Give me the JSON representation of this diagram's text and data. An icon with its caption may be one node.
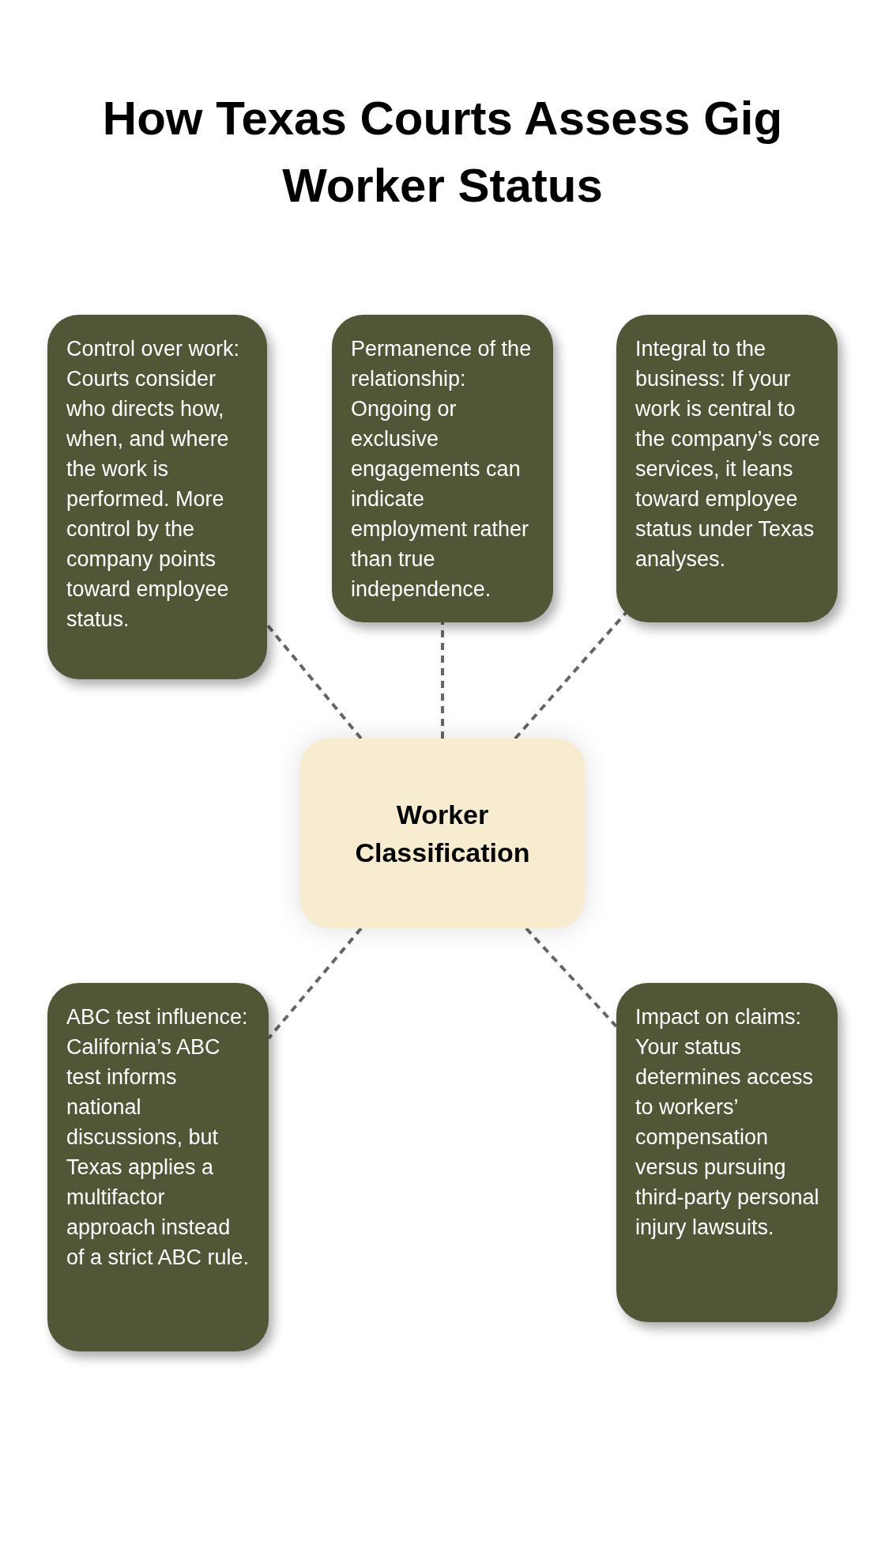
{
  "diagram": {
    "title": "How Texas Courts Assess Gig Worker Status",
    "nodes": [
      {
        "text": [
          "Control over work: Courts consider who directs how, when, and where the work is performed. More control by the company points toward employee status."
        ]
      },
      {
        "text": [
          "Permanence of the relationship: Ongoing or exclusive engagements can indicate employment rather than true independence."
        ]
      },
      {
        "text": [
          "Integral to the business: If your work is central to the company’s core services, it leans toward employee status under Texas analyses."
        ]
      },
      {
        "text": [
          "Worker Classification"
        ]
      },
      {
        "text": [
          "ABC test influence: California’s ABC test informs national discussions, but Texas applies a multifactor approach instead of a strict ABC rule."
        ]
      },
      {
        "text": [
          "Impact on claims: Your status determines access to workers’ compensation versus pursuing third-party personal injury lawsuits."
        ]
      }
    ],
    "edges": [
      {
        "from": 3,
        "to": 0,
        "arrow": "none",
        "style": "dashed"
      },
      {
        "from": 3,
        "to": 1,
        "arrow": "none",
        "style": "dashed"
      },
      {
        "from": 3,
        "to": 2,
        "arrow": "none",
        "style": "dashed"
      },
      {
        "from": 3,
        "to": 4,
        "arrow": "none",
        "style": "dashed"
      },
      {
        "from": 3,
        "to": 5,
        "arrow": "none",
        "style": "dashed"
      }
    ]
  }
}
